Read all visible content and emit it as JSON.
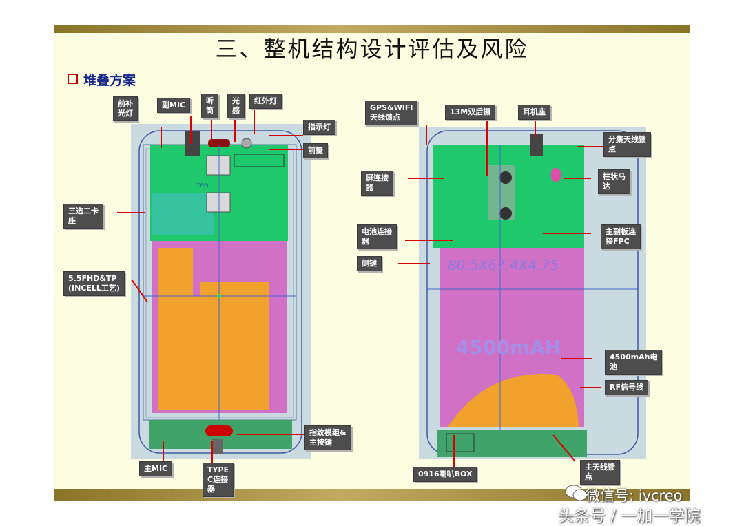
{
  "slide": {
    "title": "三、整机结构设计评估及风险",
    "subtitle": "堆叠方案"
  },
  "left_labels": {
    "front_fill_light": "前补\n光灯",
    "sub_mic": "副MIC",
    "receiver": "听\n筒",
    "light_sensor": "光\n感",
    "ir_light": "红外灯",
    "indicator": "指示灯",
    "front_cam": "前摄",
    "sim_tray": "三选二卡\n座",
    "display": "5.5FHD&TP\n(INCELL工艺)",
    "fingerprint": "指纹模组&\n主按键",
    "main_mic": "主MIC",
    "typec": "TYPE\nC连接\n器",
    "board_mark": "top"
  },
  "right_labels": {
    "gps_wifi": "GPS&WIFI\n天线馈点",
    "rear_cam": "13M双后摄",
    "earphone": "耳机座",
    "div_antenna": "分集天线馈\n点",
    "screen_conn": "屏连接\n器",
    "motor": "柱状马\n达",
    "battery_conn": "电池连接\n器",
    "main_sub_fpc": "主副板连\n接FPC",
    "side_key": "侧键",
    "battery": "4500mAh电\n池",
    "rf_line": "RF信号线",
    "speaker_box": "0916喇叭BOX",
    "main_antenna": "主天线馈\n点"
  },
  "battery_text": {
    "dims": "80.5X67.4X4.75",
    "capacity": "4500mAH"
  },
  "watermark": {
    "wechat": "微信号: ivcreo",
    "toutiao": "头条号 / 一加一学院"
  }
}
